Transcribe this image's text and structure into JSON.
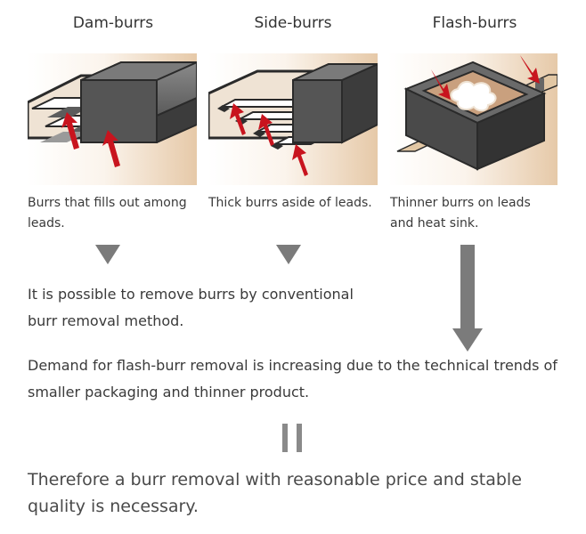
{
  "columns": [
    {
      "title": "Dam-burrs",
      "caption_line1": "Burrs that fills out among",
      "caption_line2": "leads."
    },
    {
      "title": "Side-burrs",
      "caption_line1": "Thick burrs aside of leads.",
      "caption_line2": ""
    },
    {
      "title": "Flash-burrs",
      "caption_line1": "Thinner burrs on leads",
      "caption_line2": "and heat sink."
    }
  ],
  "conventional_text_line1": "It is possible to remove burrs by conventional",
  "conventional_text_line2": "burr removal method.",
  "demand_text_line1": "Demand for flash-burr removal is increasing due to the technical trends of",
  "demand_text_line2": "smaller packaging and thinner product.",
  "conclusion_line1": "Therefore a burr removal with reasonable price and stable",
  "conclusion_line2": "quality is necessary.",
  "colors": {
    "arrow_red": "#c8141e",
    "connector_gray": "#7b7b7b",
    "package_dark": "#3c3c3c",
    "background_tan": "#e9d2b8"
  }
}
